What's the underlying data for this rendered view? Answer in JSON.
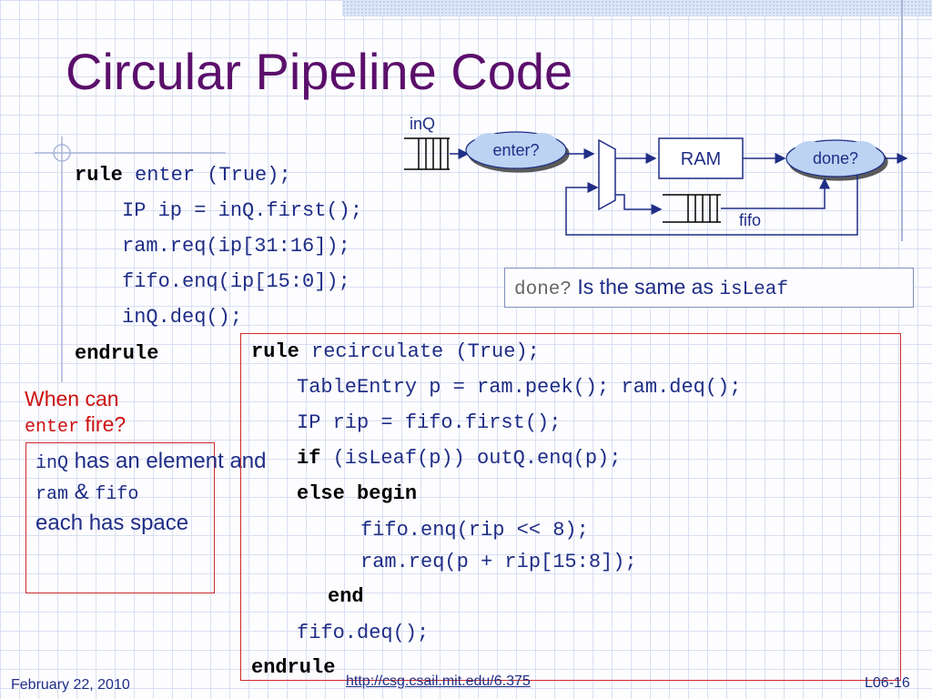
{
  "slide": {
    "title": "Circular Pipeline Code",
    "footer": {
      "date": "February 22, 2010",
      "url": "http://csg.csail.mit.edu/6.375",
      "page": "L06-16"
    }
  },
  "diagram": {
    "inq_label": "inQ",
    "enter_label": "enter?",
    "ram_label": "RAM",
    "done_label": "done?",
    "fifo_label": "fifo"
  },
  "note": {
    "code1": "done?",
    "text": " Is the same as ",
    "code2": "isLeaf"
  },
  "enter_rule": {
    "kw_rule": "rule",
    "rule_head": " enter (True);",
    "lines": [
      "IP ip = inQ.first();",
      "ram.req(ip[31:16]);",
      "fifo.enq(ip[15:0]);",
      "inQ.deq();"
    ],
    "kw_end": "endrule"
  },
  "question": {
    "line1": "When can",
    "code": "enter",
    "text2": " fire?"
  },
  "answer": {
    "code1": "inQ",
    "text1": " has an element and",
    "code2": "ram",
    "text2": " & ",
    "code3": "fifo",
    "text3": "each has space"
  },
  "recirc_rule": {
    "kw_rule": "rule",
    "rule_head": " recirculate (True);",
    "line1": "TableEntry p = ram.peek(); ram.deq();",
    "line2": "IP rip = fifo.first();",
    "kw_if": "if",
    "if_rest": " (isLeaf(p)) outQ.enq(p);",
    "kw_else": "else begin",
    "line5": "fifo.enq(rip << 8);",
    "line6": "ram.req(p + rip[15:8]);",
    "kw_end_inner": "end",
    "line8": "fifo.deq();",
    "kw_endrule": "endrule"
  }
}
